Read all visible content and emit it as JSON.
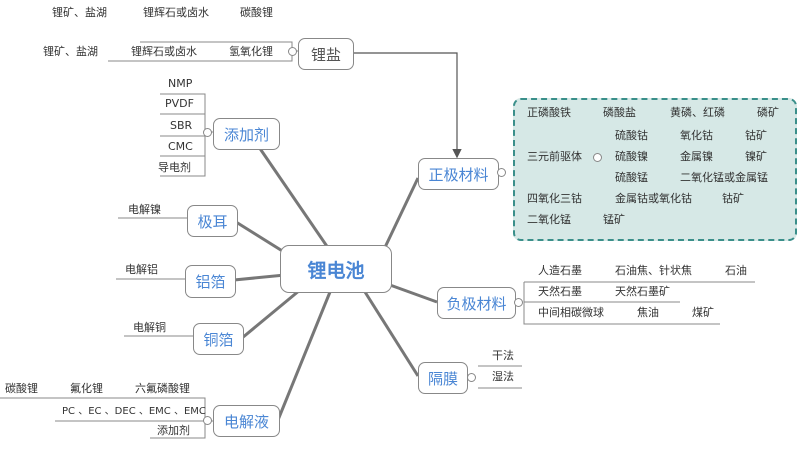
{
  "center": "锂电池",
  "lithium_salt": {
    "label": "锂盐",
    "rows": [
      [
        "锂矿、盐湖",
        "锂辉石或卤水",
        "碳酸锂"
      ],
      [
        "锂矿、盐湖",
        "锂辉石或卤水",
        "氢氧化锂"
      ]
    ]
  },
  "additive": {
    "label": "添加剂",
    "items": [
      "NMP",
      "PVDF",
      "SBR",
      "CMC",
      "导电剂"
    ]
  },
  "tab": {
    "label": "极耳",
    "items": [
      "电解镍"
    ]
  },
  "al_foil": {
    "label": "铝箔",
    "items": [
      "电解铝"
    ]
  },
  "cu_foil": {
    "label": "铜箔",
    "items": [
      "电解铜"
    ]
  },
  "electrolyte": {
    "label": "电解液",
    "row1": [
      "碳酸锂",
      "氟化锂",
      "六氟磷酸锂"
    ],
    "row2": "PC 、EC 、DEC 、EMC 、EMC",
    "row3": "添加剂"
  },
  "cathode": {
    "label": "正极材料",
    "lfp": [
      "正磷酸铁",
      "磷酸盐",
      "黄磷、红磷",
      "磷矿"
    ],
    "ternary": {
      "label": "三元前驱体",
      "rows": [
        [
          "硫酸钴",
          "氧化钴",
          "钴矿"
        ],
        [
          "硫酸镍",
          "金属镍",
          "镍矿"
        ],
        [
          "硫酸锰",
          "二氧化锰或金属锰"
        ]
      ]
    },
    "co3o4": [
      "四氧化三钴",
      "金属钴或氧化钴",
      "钴矿"
    ],
    "mno2": [
      "二氧化锰",
      "锰矿"
    ]
  },
  "anode": {
    "label": "负极材料",
    "rows": [
      [
        "人造石墨",
        "石油焦、针状焦",
        "石油"
      ],
      [
        "天然石墨",
        "天然石墨矿"
      ],
      [
        "中间相碳微球",
        "焦油",
        "煤矿"
      ]
    ]
  },
  "separator": {
    "label": "隔膜",
    "items": [
      "干法",
      "湿法"
    ]
  }
}
